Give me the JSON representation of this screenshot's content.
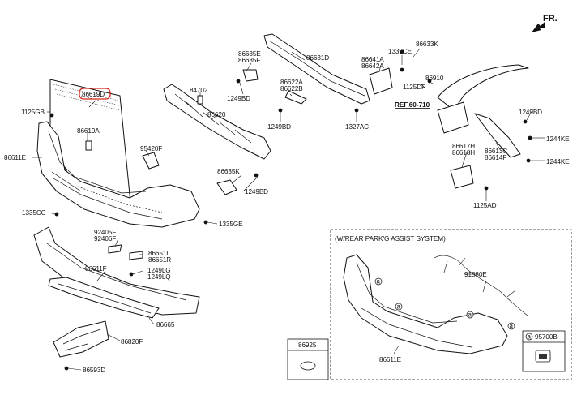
{
  "orientation": {
    "label": "FR.",
    "icon": "front-direction-arrow-icon"
  },
  "reference": {
    "label": "REF.60-710"
  },
  "highlight_color": "#d9261c",
  "callouts": {
    "c86619D": "86619D",
    "c1125GB": "1125GB",
    "c86619A": "86619A",
    "c86611E_main": "86611E",
    "c95420F": "95420F",
    "c84702": "84702",
    "c86620": "86620",
    "c86635E": "86635E",
    "c86635F": "86635F",
    "c86631D": "86631D",
    "c1249BD_a": "1249BD",
    "c86622A": "86622A",
    "c86622B": "86622B",
    "c1249BD_b": "1249BD",
    "c86641A": "86641A",
    "c86642A": "86642A",
    "c1339CE": "1339CE",
    "c86633K": "86633K",
    "c1327AC": "1327AC",
    "c86910": "86910",
    "c1125DF": "1125DF",
    "c1249BD_c": "1249BD",
    "c86635K": "86635K",
    "c1249BD_d": "1249BD",
    "c1335CC": "1335CC",
    "c1335GE": "1335GE",
    "c92405F": "92405F",
    "c92406F": "92406F",
    "c86651L": "86651L",
    "c86651R": "86651R",
    "c1249LG": "1249LG",
    "c1249LQ": "1249LQ",
    "c86611F": "86611F",
    "c86665": "86665",
    "c86820F": "86820F",
    "c86593D": "86593D",
    "c86617H": "86617H",
    "c86618H": "86618H",
    "c86613C": "86613C",
    "c86614F": "86614F",
    "c1244KE_a": "1244KE",
    "c1244KE_b": "1244KE",
    "c1125AD": "1125AD",
    "c91880E": "91880E",
    "c86611E_box": "86611E",
    "c86925": "86925",
    "c95700B": "95700B",
    "marker_a": "a"
  },
  "assist_box": {
    "title": "(W/REAR PARK'G ASSIST SYSTEM)"
  },
  "legend_box": {
    "marker": "a",
    "part": "95700B"
  }
}
